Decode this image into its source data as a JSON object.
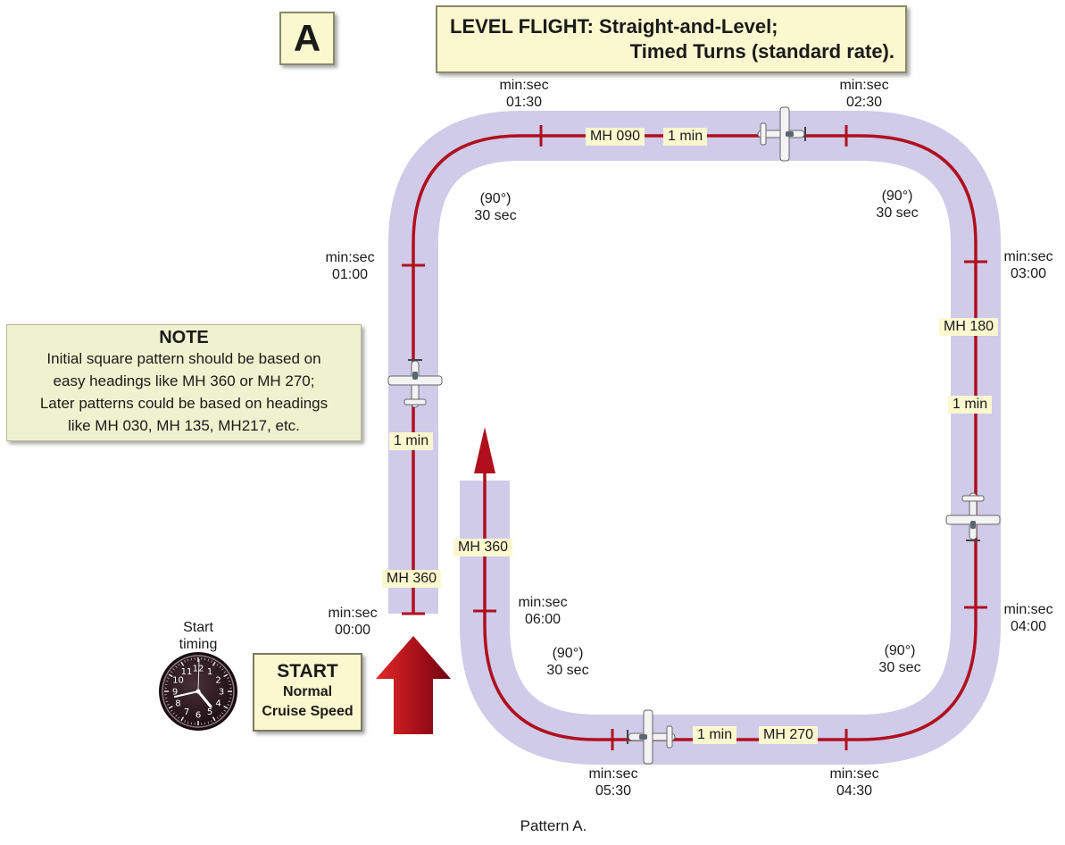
{
  "panel_letter": "A",
  "title": {
    "line1": "LEVEL FLIGHT:  Straight-and-Level;",
    "line2": "Timed Turns (standard rate)."
  },
  "note": {
    "heading": "NOTE",
    "lines": [
      "Initial square pattern should be based on",
      "easy headings like MH 360 or MH 270;",
      "Later patterns could be based on headings",
      "like MH 030, MH 135, MH217, etc."
    ]
  },
  "start": {
    "timing_lines": [
      "Start",
      "timing"
    ],
    "box_title": "START",
    "box_lines": [
      "Normal",
      "Cruise Speed"
    ]
  },
  "leg_tags": {
    "west_heading": "MH 360",
    "west_time": "1 min",
    "entry_heading": "MH 360",
    "north_heading": "MH 090",
    "north_time": "1 min",
    "east_heading": "MH 180",
    "east_time": "1 min",
    "south_time": "1 min",
    "south_heading": "MH 270"
  },
  "checkpoints": [
    {
      "label": "min:sec",
      "time": "00:00"
    },
    {
      "label": "min:sec",
      "time": "01:00"
    },
    {
      "label": "min:sec",
      "time": "01:30"
    },
    {
      "label": "min:sec",
      "time": "02:30"
    },
    {
      "label": "min:sec",
      "time": "03:00"
    },
    {
      "label": "min:sec",
      "time": "04:00"
    },
    {
      "label": "min:sec",
      "time": "04:30"
    },
    {
      "label": "min:sec",
      "time": "05:30"
    },
    {
      "label": "min:sec",
      "time": "06:00"
    }
  ],
  "turns": [
    {
      "angle": "(90°)",
      "duration": "30 sec"
    },
    {
      "angle": "(90°)",
      "duration": "30 sec"
    },
    {
      "angle": "(90°)",
      "duration": "30 sec"
    },
    {
      "angle": "(90°)",
      "duration": "30 sec"
    }
  ],
  "clock_numbers": [
    "12",
    "1",
    "2",
    "3",
    "4",
    "5",
    "6",
    "7",
    "8",
    "9",
    "10",
    "11"
  ],
  "caption": "Pattern A.",
  "colors": {
    "band": "#cfcbe9",
    "track": "#b0101e",
    "label_bg": "#fbf7cf",
    "arrow": "#b0101e"
  }
}
